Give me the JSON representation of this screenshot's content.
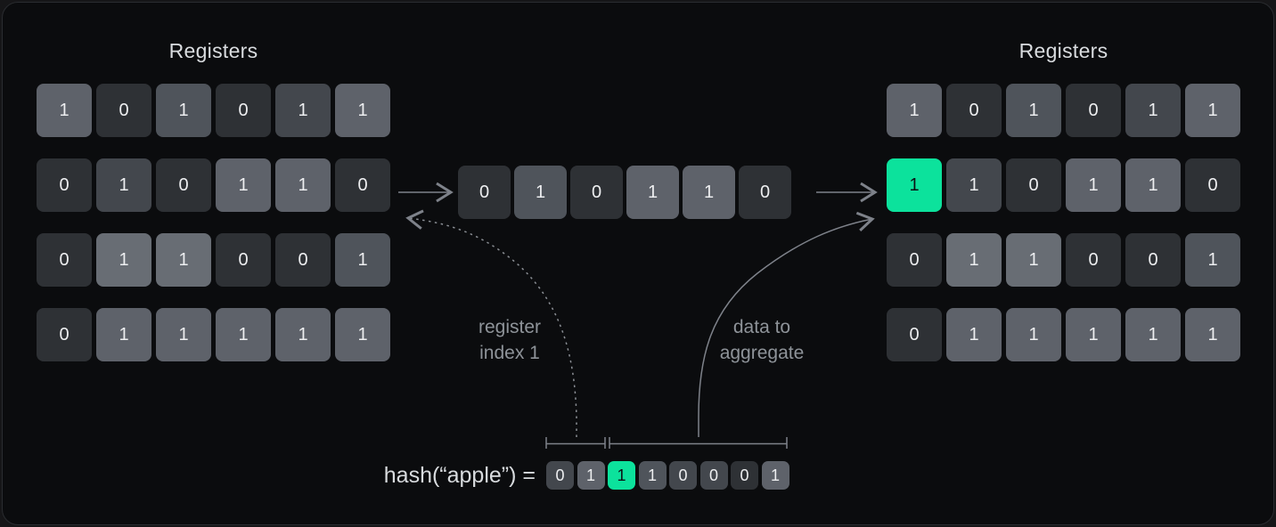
{
  "colors": {
    "accent_green": "#0ce29c",
    "card_bg": "#0b0c0e",
    "cell_text": "#edeef0",
    "green_cell_text": "#0c1115",
    "connector_line": "#7e828a",
    "tones": {
      "dark": "#2e3135",
      "middark": "#43474d",
      "mid": "#4f545b",
      "light": "#5e626a",
      "lighter": "#686d74",
      "green": "#0ce29c"
    }
  },
  "left_registers": {
    "title": "Registers",
    "rows": [
      [
        {
          "v": "1",
          "t": "light"
        },
        {
          "v": "0",
          "t": "dark"
        },
        {
          "v": "1",
          "t": "mid"
        },
        {
          "v": "0",
          "t": "dark"
        },
        {
          "v": "1",
          "t": "middark"
        },
        {
          "v": "1",
          "t": "light"
        }
      ],
      [
        {
          "v": "0",
          "t": "dark"
        },
        {
          "v": "1",
          "t": "middark"
        },
        {
          "v": "0",
          "t": "dark"
        },
        {
          "v": "1",
          "t": "light"
        },
        {
          "v": "1",
          "t": "light"
        },
        {
          "v": "0",
          "t": "dark"
        }
      ],
      [
        {
          "v": "0",
          "t": "dark"
        },
        {
          "v": "1",
          "t": "lighter"
        },
        {
          "v": "1",
          "t": "lighter"
        },
        {
          "v": "0",
          "t": "dark"
        },
        {
          "v": "0",
          "t": "dark"
        },
        {
          "v": "1",
          "t": "mid"
        }
      ],
      [
        {
          "v": "0",
          "t": "dark"
        },
        {
          "v": "1",
          "t": "light"
        },
        {
          "v": "1",
          "t": "light"
        },
        {
          "v": "1",
          "t": "light"
        },
        {
          "v": "1",
          "t": "light"
        },
        {
          "v": "1",
          "t": "light"
        }
      ]
    ]
  },
  "extracted_row": {
    "cells": [
      {
        "v": "0",
        "t": "dark"
      },
      {
        "v": "1",
        "t": "mid"
      },
      {
        "v": "0",
        "t": "dark"
      },
      {
        "v": "1",
        "t": "light"
      },
      {
        "v": "1",
        "t": "light"
      },
      {
        "v": "0",
        "t": "dark"
      }
    ]
  },
  "right_registers": {
    "title": "Registers",
    "rows": [
      [
        {
          "v": "1",
          "t": "light"
        },
        {
          "v": "0",
          "t": "dark"
        },
        {
          "v": "1",
          "t": "mid"
        },
        {
          "v": "0",
          "t": "dark"
        },
        {
          "v": "1",
          "t": "middark"
        },
        {
          "v": "1",
          "t": "light"
        }
      ],
      [
        {
          "v": "1",
          "t": "green"
        },
        {
          "v": "1",
          "t": "middark"
        },
        {
          "v": "0",
          "t": "dark"
        },
        {
          "v": "1",
          "t": "light"
        },
        {
          "v": "1",
          "t": "light"
        },
        {
          "v": "0",
          "t": "dark"
        }
      ],
      [
        {
          "v": "0",
          "t": "dark"
        },
        {
          "v": "1",
          "t": "lighter"
        },
        {
          "v": "1",
          "t": "lighter"
        },
        {
          "v": "0",
          "t": "dark"
        },
        {
          "v": "0",
          "t": "dark"
        },
        {
          "v": "1",
          "t": "mid"
        }
      ],
      [
        {
          "v": "0",
          "t": "dark"
        },
        {
          "v": "1",
          "t": "light"
        },
        {
          "v": "1",
          "t": "light"
        },
        {
          "v": "1",
          "t": "light"
        },
        {
          "v": "1",
          "t": "light"
        },
        {
          "v": "1",
          "t": "light"
        }
      ]
    ]
  },
  "hash": {
    "label": "hash(“apple”) =",
    "bits": [
      {
        "v": "0",
        "t": "middark"
      },
      {
        "v": "1",
        "t": "light"
      },
      {
        "v": "1",
        "t": "green"
      },
      {
        "v": "1",
        "t": "mid"
      },
      {
        "v": "0",
        "t": "middark"
      },
      {
        "v": "0",
        "t": "middark"
      },
      {
        "v": "0",
        "t": "dark"
      },
      {
        "v": "1",
        "t": "light"
      }
    ]
  },
  "annotations": {
    "register_index": {
      "lines": [
        "register",
        "index 1"
      ]
    },
    "data_to_aggregate": {
      "lines": [
        "data to",
        "aggregate"
      ]
    }
  }
}
